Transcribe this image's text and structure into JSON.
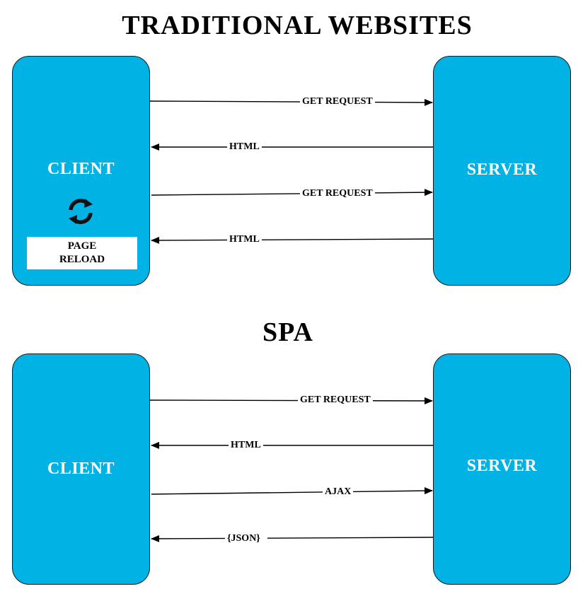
{
  "traditional": {
    "title": "TRADITIONAL WEBSITES",
    "client_label": "CLIENT",
    "server_label": "SERVER",
    "reload_line1": "PAGE",
    "reload_line2": "RELOAD",
    "arrows": [
      {
        "label": "GET REQUEST",
        "direction": "client-to-server"
      },
      {
        "label": "HTML",
        "direction": "server-to-client"
      },
      {
        "label": "GET REQUEST",
        "direction": "client-to-server"
      },
      {
        "label": "HTML",
        "direction": "server-to-client"
      }
    ]
  },
  "spa": {
    "title": "SPA",
    "client_label": "CLIENT",
    "server_label": "SERVER",
    "arrows": [
      {
        "label": "GET REQUEST",
        "direction": "client-to-server"
      },
      {
        "label": "HTML",
        "direction": "server-to-client"
      },
      {
        "label": "AJAX",
        "direction": "client-to-server"
      },
      {
        "label": "{JSON}",
        "direction": "server-to-client"
      }
    ]
  },
  "icons": {
    "reload": "reload-icon"
  },
  "colors": {
    "box_fill": "#00b3e4",
    "box_text": "#ffffff",
    "arrow": "#000000"
  }
}
